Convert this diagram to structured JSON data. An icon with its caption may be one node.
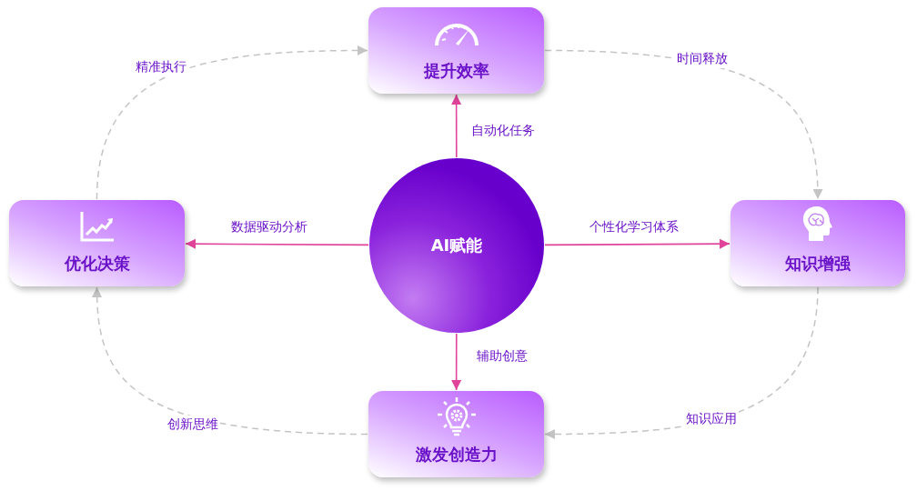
{
  "diagram": {
    "nodes": [
      {
        "text": [
          "AI赋能"
        ]
      },
      {
        "text": [
          "提升效率"
        ]
      },
      {
        "text": [
          "知识增强"
        ]
      },
      {
        "text": [
          "激发创造力"
        ]
      },
      {
        "text": [
          "优化决策"
        ]
      }
    ],
    "edges": [
      {
        "from": 0,
        "to": 1,
        "arrow": "to",
        "label": "自动化任务"
      },
      {
        "from": 0,
        "to": 4,
        "arrow": "to",
        "label": "数据驱动分析"
      },
      {
        "from": 0,
        "to": 2,
        "arrow": "to",
        "label": "个性化学习体系"
      },
      {
        "from": 0,
        "to": 3,
        "arrow": "to",
        "label": "辅助创意"
      },
      {
        "from": 1,
        "to": 2,
        "arrow": "to",
        "label": "时间释放",
        "style": "dashed",
        "color": "#c4c4c4"
      },
      {
        "from": 2,
        "to": 3,
        "arrow": "to",
        "label": "知识应用",
        "style": "dashed",
        "color": "#c4c4c4"
      },
      {
        "from": 3,
        "to": 4,
        "arrow": "to",
        "label": "创新思维",
        "style": "dashed",
        "color": "#c4c4c4"
      },
      {
        "from": 4,
        "to": 1,
        "arrow": "to",
        "label": "精准执行",
        "style": "dashed",
        "color": "#c4c4c4"
      }
    ]
  }
}
